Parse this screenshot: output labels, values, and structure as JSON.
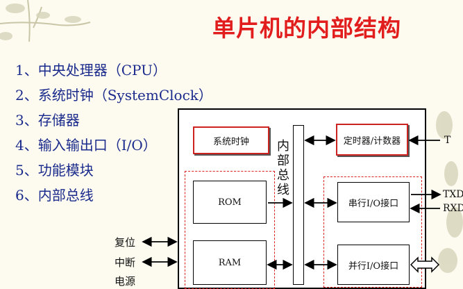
{
  "title": "单片机的内部结构",
  "items": [
    "1、中央处理器（CPU）",
    "2、系统时钟（SystemClock）",
    "3、存储器",
    "4、输入输出口（I/O）",
    "5、功能模块",
    "6、内部总线"
  ],
  "diagram": {
    "clock": "系统时钟",
    "bus": [
      "内",
      "部",
      "总",
      "线"
    ],
    "rom": "ROM",
    "ram": "RAM",
    "timer": "定时器/计数器",
    "serial": "串行I/O接口",
    "parallel": "并行I/O接口",
    "ext_t": "T",
    "ext_txd": "TXD",
    "ext_rxd": "RXD",
    "reset": "复位",
    "interrupt": "中断",
    "partial": "电源"
  }
}
